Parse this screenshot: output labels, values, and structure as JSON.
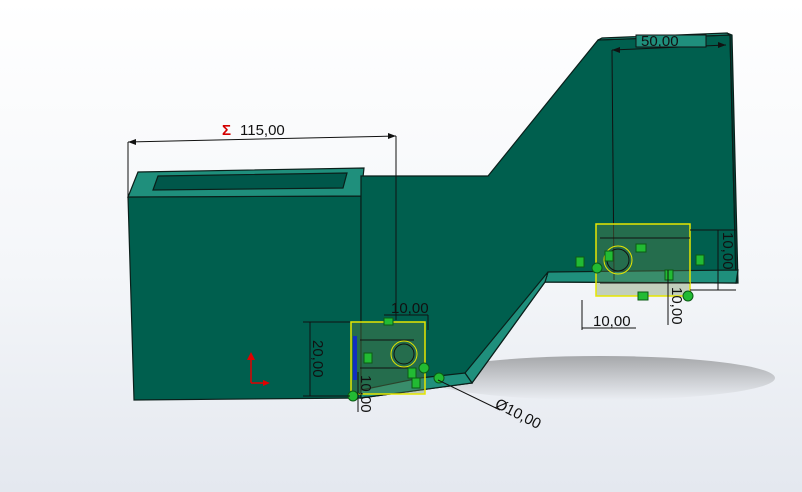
{
  "viewport": {
    "model_color": "#005f4e",
    "model_top_color": "#1f8f7c",
    "sketch_color": "#e6e600",
    "relation_color": "#22bb33"
  },
  "dimensions": {
    "overall_length": "115,00",
    "overall_length_prefix": "Σ",
    "right_width": "50,00",
    "slot_left_width": "10,00",
    "slot_left_height": "20,00",
    "slot_left_offset": "10,00",
    "slot_right_width": "10,00",
    "slot_right_height": "10,00",
    "slot_right_offset": "10,00",
    "hole_diameter": "Ø10,00"
  },
  "triad": {
    "y_axis_color": "#e00000",
    "x_axis_color": "#e00000"
  }
}
